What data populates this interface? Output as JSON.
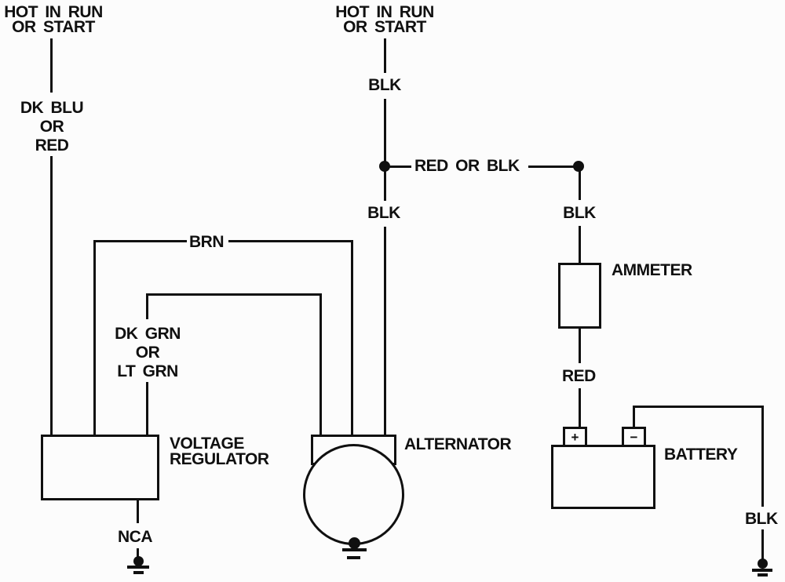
{
  "page": {
    "background_color": "#fcfcfc",
    "line_color": "#101010"
  },
  "power_sources": {
    "left": {
      "line1": "HOT IN RUN",
      "line2": "OR START"
    },
    "center": {
      "line1": "HOT IN RUN",
      "line2": "OR START"
    }
  },
  "wires": {
    "dk_blu": {
      "line1": "DK BLU",
      "line2": "OR",
      "line3": "RED"
    },
    "blk_top": "BLK",
    "red_or_blk": "RED OR BLK",
    "blk_mid": "BLK",
    "blk_right": "BLK",
    "brn": "BRN",
    "dk_grn": {
      "line1": "DK GRN",
      "line2": "OR",
      "line3": "LT GRN"
    },
    "red": "RED",
    "blk_battery": "BLK",
    "nca": "NCA"
  },
  "components": {
    "voltage_regulator": {
      "line1": "VOLTAGE",
      "line2": "REGULATOR"
    },
    "alternator": "ALTERNATOR",
    "ammeter": "AMMETER",
    "battery": "BATTERY",
    "battery_positive": "+",
    "battery_negative": "−"
  }
}
